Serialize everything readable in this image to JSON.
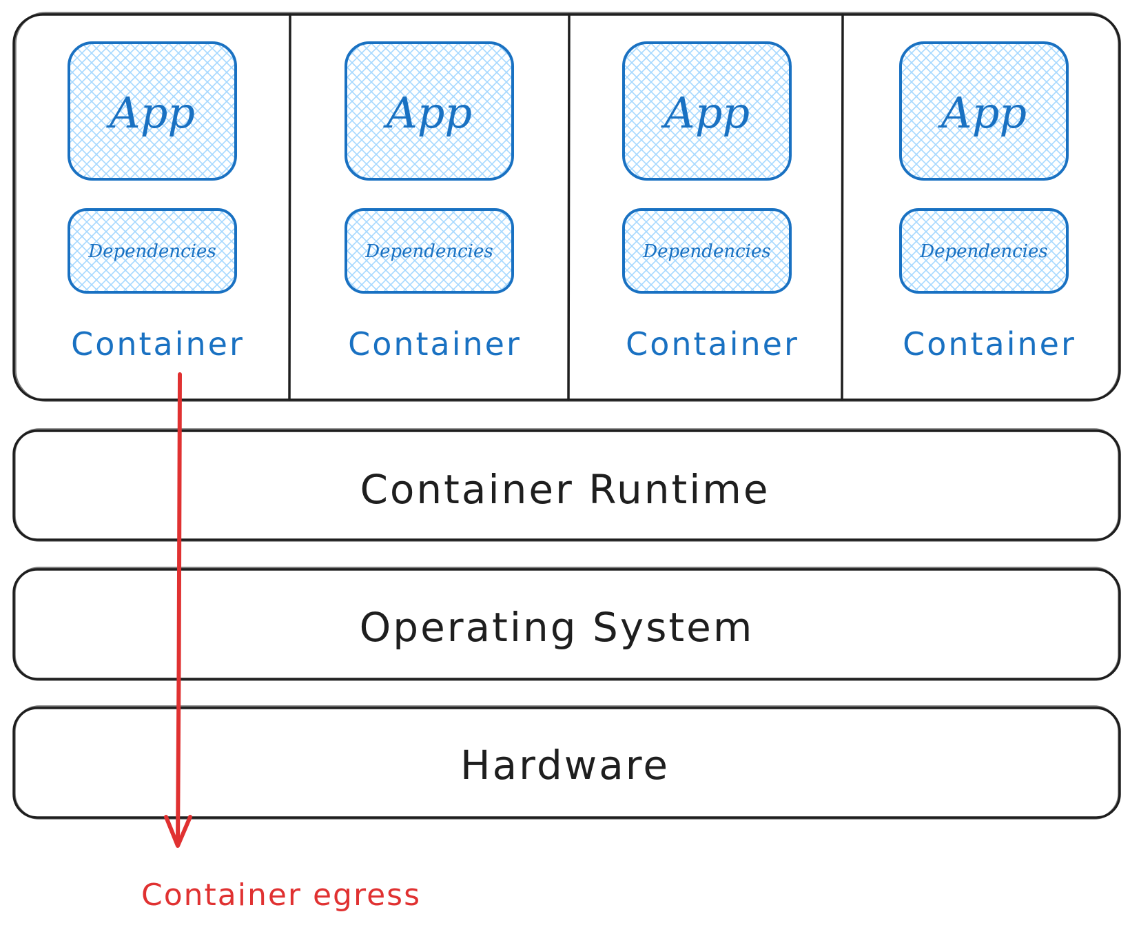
{
  "containers": [
    {
      "app_label": "App",
      "deps_label": "Dependencies",
      "container_label": "Container"
    },
    {
      "app_label": "App",
      "deps_label": "Dependencies",
      "container_label": "Container"
    },
    {
      "app_label": "App",
      "deps_label": "Dependencies",
      "container_label": "Container"
    },
    {
      "app_label": "App",
      "deps_label": "Dependencies",
      "container_label": "Container"
    }
  ],
  "layers": {
    "runtime": "Container Runtime",
    "os": "Operating System",
    "hardware": "Hardware"
  },
  "egress": {
    "label": "Container egress"
  },
  "colors": {
    "stroke": "#1e1e1e",
    "blue": "#1971c2",
    "blue_hatch": "#a5d8ff",
    "red": "#e03131",
    "background": "#ffffff"
  }
}
